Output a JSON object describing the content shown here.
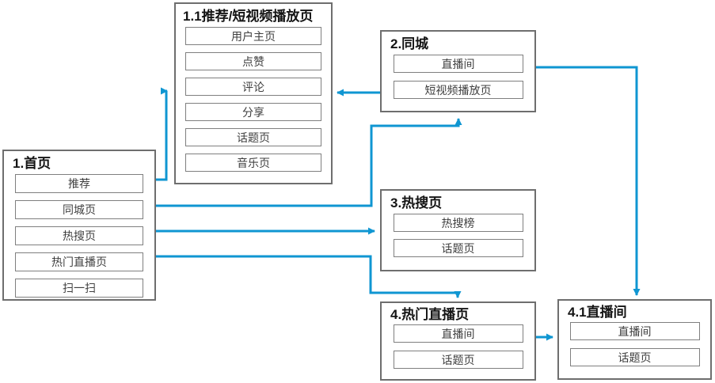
{
  "diagram": {
    "background_color": "#ffffff",
    "accent_color": "#0f96d2",
    "node_border_color": "#6e6e6e",
    "item_border_color": "#7f7f7f",
    "nodes": [
      {
        "id": "home",
        "title": "1.首页",
        "items": [
          "推荐",
          "同城页",
          "热搜页",
          "热门直播页",
          "扫一扫"
        ]
      },
      {
        "id": "recommend-player",
        "title": "1.1推荐/短视频播放页",
        "items": [
          "用户主页",
          "点赞",
          "评论",
          "分享",
          "话题页",
          "音乐页"
        ]
      },
      {
        "id": "local",
        "title": "2.同城",
        "items": [
          "直播间",
          "短视频播放页"
        ]
      },
      {
        "id": "hot-search",
        "title": "3.热搜页",
        "items": [
          "热搜榜",
          "话题页"
        ]
      },
      {
        "id": "hot-live",
        "title": "4.热门直播页",
        "items": [
          "直播间",
          "话题页"
        ]
      },
      {
        "id": "live-room",
        "title": "4.1直播间",
        "items": [
          "直播间",
          "话题页"
        ]
      }
    ],
    "edges": [
      {
        "from": "1.首页 / 推荐",
        "to": "1.1推荐/短视频播放页"
      },
      {
        "from": "1.首页 / 同城页",
        "to": "2.同城"
      },
      {
        "from": "1.首页 / 热搜页",
        "to": "3.热搜页"
      },
      {
        "from": "1.首页 / 热门直播页",
        "to": "4.热门直播页"
      },
      {
        "from": "2.同城 / 直播间",
        "to": "4.1直播间"
      },
      {
        "from": "2.同城 / 短视频播放页",
        "to": "1.1推荐/短视频播放页"
      },
      {
        "from": "4.热门直播页 / 直播间",
        "to": "4.1直播间"
      }
    ]
  }
}
